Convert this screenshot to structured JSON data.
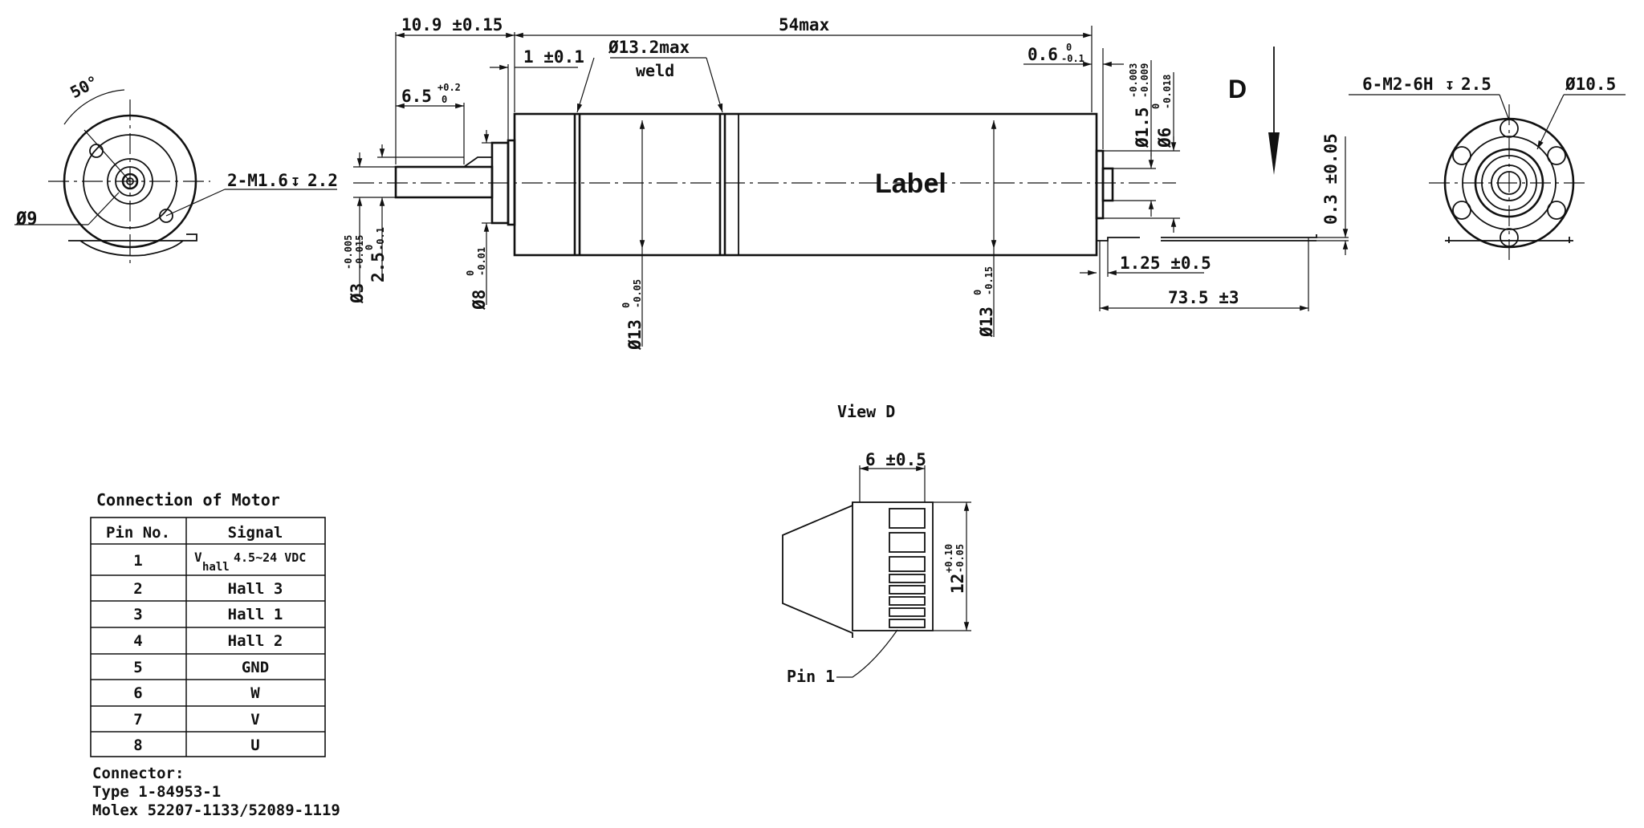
{
  "drawing": {
    "overall_length": "54max",
    "shaft_protrusion": "10.9 ±0.15",
    "flange_thickness": "1 ±0.1",
    "weld_dia": "Ø13.2max",
    "weld_label": "weld",
    "rear_offset": "0.6",
    "rear_offset_tol_upper": "0",
    "rear_offset_tol_lower": "-0.1",
    "flat_length": "6.5",
    "flat_length_tol_upper": "+0.2",
    "flat_length_tol_lower": "0",
    "shaft_dia": "Ø3",
    "shaft_dia_tol_upper": "-0.005",
    "shaft_dia_tol_lower": "-0.015",
    "flat_dim": "2.5",
    "flat_dim_tol_upper": "0",
    "flat_dim_tol_lower": "-0.1",
    "boss_dia": "Ø8",
    "boss_dia_tol_upper": "0",
    "boss_dia_tol_lower": "-0.01",
    "body_dia_front": "Ø13",
    "body_dia_front_tol_upper": "0",
    "body_dia_front_tol_lower": "-0.05",
    "body_dia_rear": "Ø13",
    "body_dia_rear_tol_upper": "0",
    "body_dia_rear_tol_lower": "-0.15",
    "rear_shaft_dia": "Ø1.5",
    "rear_shaft_tol_upper": "-0.003",
    "rear_shaft_tol_lower": "-0.009",
    "rear_boss_dia": "Ø6",
    "rear_boss_tol_upper": "0",
    "rear_boss_tol_lower": "-0.018",
    "label_text": "Label",
    "view_arrow": "D",
    "fpc_thickness": "0.3 ±0.05",
    "fpc_offset": "1.25 ±0.5",
    "fpc_length": "73.5 ±3",
    "front_angle": "50°",
    "front_dia": "Ø9",
    "front_thread": "2-M1.6",
    "front_thread_depth": "2.2",
    "rear_thread": "6-M2-6H",
    "rear_thread_depth": "2.5",
    "rear_pcd": "Ø10.5"
  },
  "view_d": {
    "title": "View D",
    "pitch": "6 ±0.5",
    "width": "12",
    "width_tol_upper": "+0.10",
    "width_tol_lower": "-0.05",
    "pin1_label": "Pin 1"
  },
  "connection_table": {
    "title": "Connection of Motor",
    "headers": [
      "Pin No.",
      "Signal"
    ],
    "vhall_main": "V",
    "vhall_sub": "hall",
    "vhall_rest": "4.5∼24 VDC",
    "rows": [
      {
        "pin": "2",
        "signal": "Hall 3"
      },
      {
        "pin": "3",
        "signal": "Hall 1"
      },
      {
        "pin": "4",
        "signal": "Hall 2"
      },
      {
        "pin": "5",
        "signal": "GND"
      },
      {
        "pin": "6",
        "signal": "W"
      },
      {
        "pin": "7",
        "signal": "V"
      },
      {
        "pin": "8",
        "signal": "U"
      }
    ],
    "row1_pin": "1"
  },
  "connector": {
    "heading": "Connector:",
    "line1": "Type 1-84953-1",
    "line2": "Molex 52207-1133/52089-1119"
  }
}
